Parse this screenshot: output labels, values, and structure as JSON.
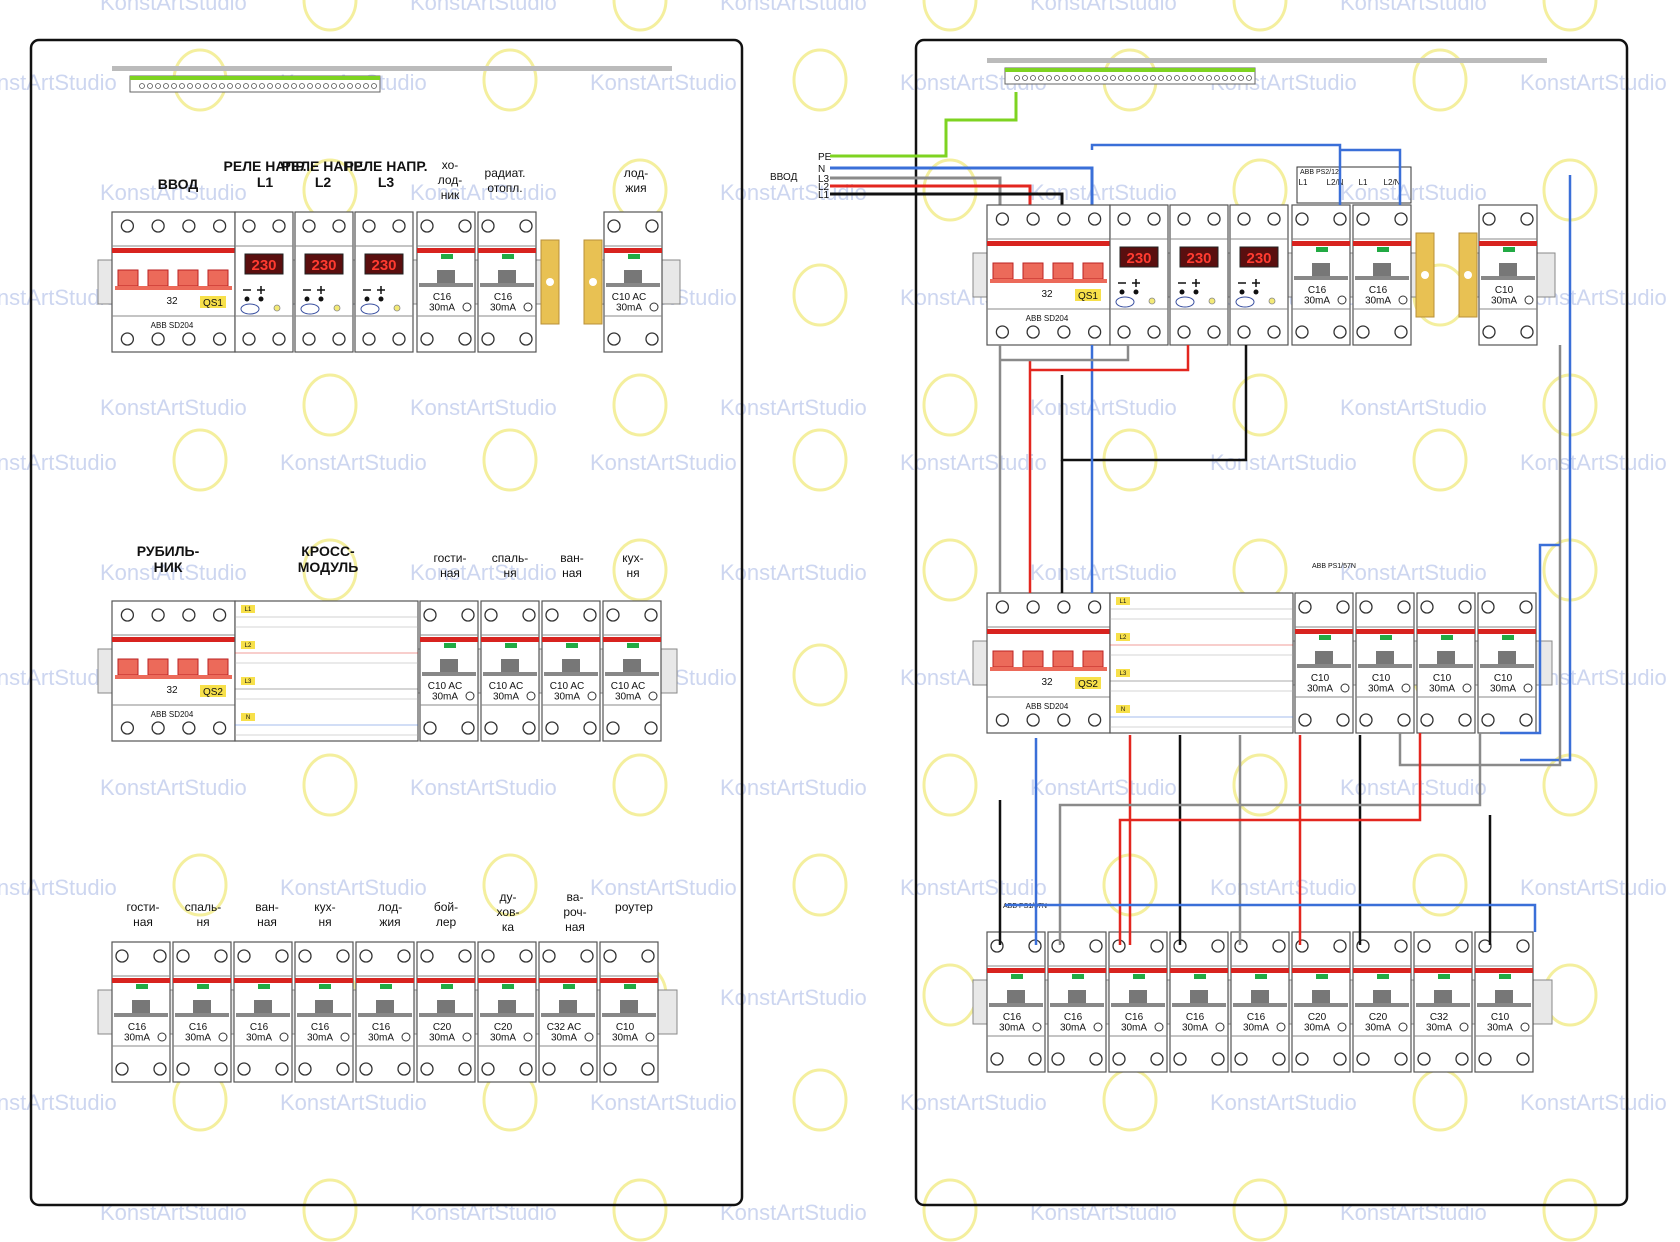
{
  "watermark": "KonstArtStudio",
  "colors": {
    "L1": "#111111",
    "L2": "#e3261f",
    "L3": "#8a8a8a",
    "N": "#3a6fd8",
    "PE": "#7ed321",
    "brk": "#d8231f",
    "ind": "#22aa44",
    "lbl": "#f7e04a",
    "busbar": "#e8c153"
  },
  "left": {
    "row1_labels": [
      "ВВОД",
      "РЕЛЕ НАПР. L1",
      "РЕЛЕ НАПР. L2",
      "РЕЛЕ НАПР. L3",
      "хо-\nлод-\nник",
      "радиат.\nотопл.",
      "лод-\nжия"
    ],
    "row2_labels": [
      "РУБИЛЬ-\nНИК",
      "КРОСС-\nМОДУЛЬ",
      "гости-\nная",
      "спаль-\nня",
      "ван-\nная",
      "кух-\nня"
    ],
    "row3_labels": [
      "гости-\nная",
      "спаль-\nня",
      "ван-\nная",
      "кух-\nня",
      "лод-\nжия",
      "бой-\nлер",
      "ду-\nхов-\nка",
      "ва-\nроч-\nная",
      "роутер"
    ],
    "rcd_row1": [
      "C16\n30mA",
      "C16\n30mA",
      "C10 AC\n30mA"
    ],
    "rcd_row2": [
      "C10 AC\n30mA",
      "C10 AC\n30mA",
      "C10 AC\n30mA",
      "C10 AC\n30mA"
    ],
    "rcd_row3": [
      "C16\n30mA",
      "C16\n30mA",
      "C16\n30mA",
      "C16\n30mA",
      "C16\n30mA",
      "C20\n30mA",
      "C20\n30mA",
      "C32 AC\n30mA",
      "C10\n30mA"
    ],
    "cross_tags": [
      "L1",
      "L2",
      "L3",
      "N"
    ]
  },
  "right": {
    "input_label": "ВВОД",
    "input_lines": [
      "PE",
      "N",
      "L3",
      "L2",
      "L1"
    ],
    "bus1_label": "ABB   PS2/12",
    "bus1_terms": [
      "L1",
      "L2/N",
      "L1",
      "L2/N"
    ],
    "bus2_label": "ABB   PS1/57N",
    "bus3_label": "ABB   PS1/57N",
    "rcd_row1": [
      "C16\n30mA",
      "C16\n30mA",
      "C10\n30mA"
    ],
    "rcd_row2": [
      "C10\n30mA",
      "C10\n30mA",
      "C10\n30mA",
      "C10\n30mA"
    ],
    "rcd_row3": [
      "C16\n30mA",
      "C16\n30mA",
      "C16\n30mA",
      "C16\n30mA",
      "C16\n30mA",
      "C20\n30mA",
      "C20\n30mA",
      "C32\n30mA",
      "C10\n30mA"
    ],
    "cross_tags": [
      "L1",
      "L2",
      "L3",
      "N"
    ]
  },
  "switch": {
    "rating": "32",
    "model": "ABB SD204",
    "qs1": "QS1",
    "qs2": "QS2"
  },
  "relay": {
    "display": "230"
  }
}
